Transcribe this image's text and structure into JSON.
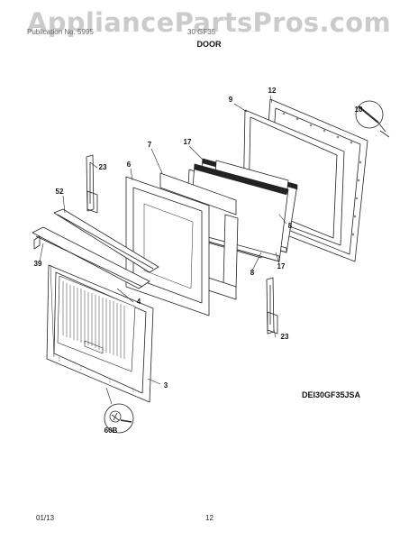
{
  "watermark": "AppliancePartsPros.com",
  "header": {
    "left": "Publication No. 5995",
    "right": "30 GF35"
  },
  "section_title": "DOOR",
  "model_number": "DEI30GF35JSA",
  "footer": {
    "date": "01/13",
    "page": "12"
  },
  "callouts": {
    "p3": "3",
    "p4": "4",
    "p6": "6",
    "p7": "7",
    "p8a": "8",
    "p8b": "8",
    "p9": "9",
    "p10": "10",
    "p12": "12",
    "p17a": "17",
    "p17b": "17",
    "p23a": "23",
    "p23b": "23",
    "p39": "39",
    "p52": "52",
    "p60b": "60B"
  }
}
